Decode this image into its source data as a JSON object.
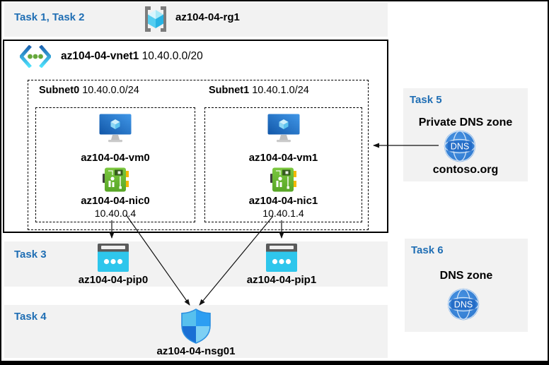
{
  "colors": {
    "accent_blue": "#1f6eb4",
    "panel_gray": "#f2f2f2",
    "frame_black": "#000000",
    "azure_cyan": "#32bedd",
    "nic_green": "#68b32e",
    "dns_blue": "#2f7ed8"
  },
  "tasks": {
    "t12": {
      "label": "Task 1, Task 2"
    },
    "t3": {
      "label": "Task 3"
    },
    "t4": {
      "label": "Task 4"
    },
    "t5": {
      "label": "Task 5"
    },
    "t6": {
      "label": "Task 6"
    }
  },
  "resource_group": {
    "name": "az104-04-rg1"
  },
  "vnet": {
    "name": "az104-04-vnet1",
    "cidr": "10.40.0.0/20"
  },
  "subnets": [
    {
      "name": "Subnet0",
      "cidr": "10.40.0.0/24",
      "vm_name": "az104-04-vm0",
      "nic_name": "az104-04-nic0",
      "nic_ip": "10.40.0.4"
    },
    {
      "name": "Subnet1",
      "cidr": "10.40.1.0/24",
      "vm_name": "az104-04-vm1",
      "nic_name": "az104-04-nic1",
      "nic_ip": "10.40.1.4"
    }
  ],
  "public_ips": [
    {
      "name": "az104-04-pip0"
    },
    {
      "name": "az104-04-pip1"
    }
  ],
  "nsg": {
    "name": "az104-04-nsg01"
  },
  "dns_private": {
    "title": "Private DNS zone",
    "zone": "contoso.org",
    "icon_text": "DNS"
  },
  "dns_public": {
    "title": "DNS zone",
    "icon_text": "DNS"
  },
  "icons": {
    "resource_group": "resource-group-icon",
    "vnet": "virtual-network-icon",
    "vm": "virtual-machine-icon",
    "nic": "network-interface-icon",
    "public_ip": "public-ip-icon",
    "nsg": "network-security-group-icon",
    "dns": "dns-globe-icon"
  }
}
